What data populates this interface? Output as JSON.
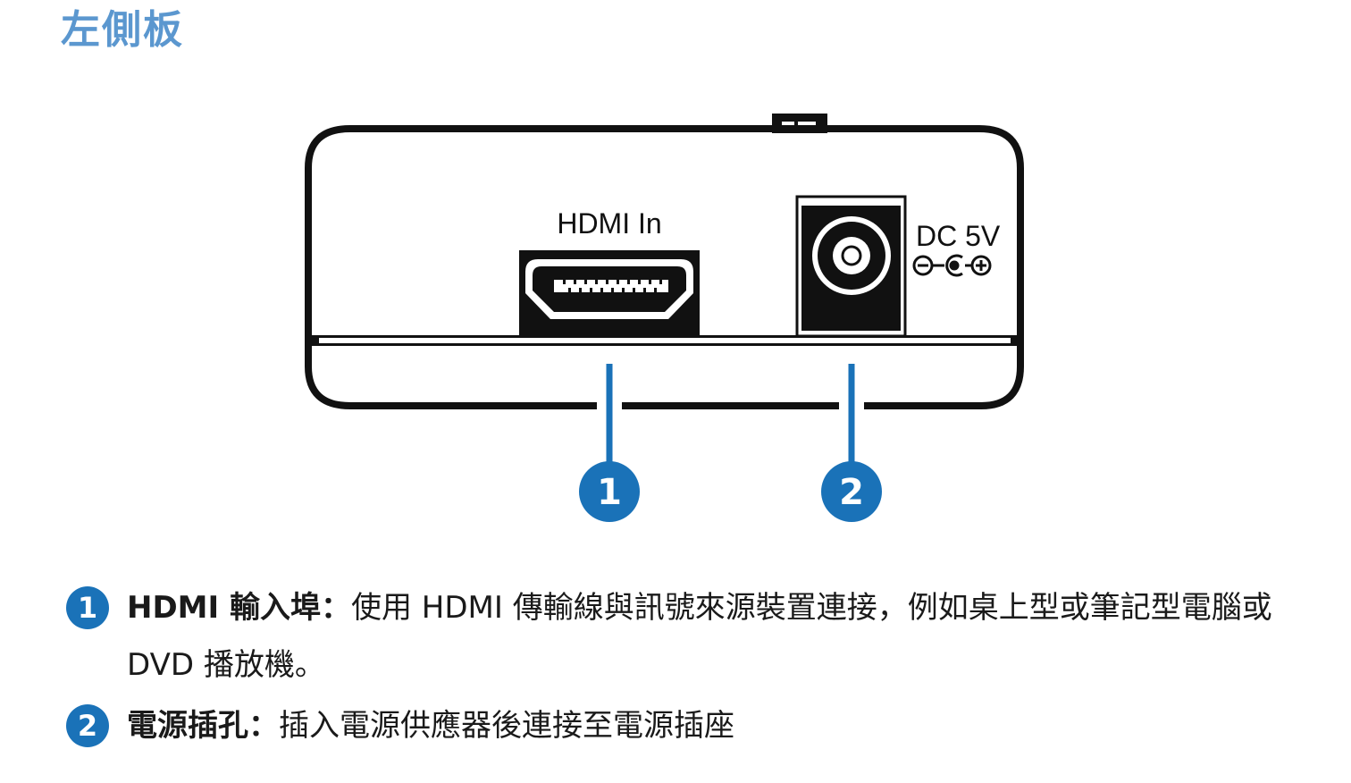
{
  "page": {
    "title": "左側板"
  },
  "device": {
    "hdmi_port_label": "HDMI In",
    "power_label": "DC 5V",
    "polarity_symbol": "⊖-C-⊕"
  },
  "callouts": [
    {
      "number": "1"
    },
    {
      "number": "2"
    }
  ],
  "legend": [
    {
      "number": "1",
      "term": "HDMI 輸入埠：",
      "description": "使用 HDMI 傳輸線與訊號來源裝置連接，例如桌上型或筆記型電腦或 DVD 播放機。"
    },
    {
      "number": "2",
      "term": "電源插孔：",
      "description": "插入電源供應器後連接至電源插座"
    }
  ],
  "colors": {
    "accent_blue": "#1a72b8",
    "title_blue": "#5b97cf",
    "outline": "#111111"
  }
}
